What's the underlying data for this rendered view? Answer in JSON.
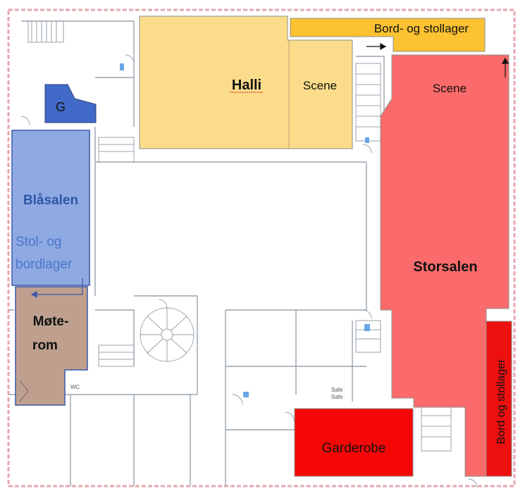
{
  "rooms": {
    "halli": {
      "label": "Halli",
      "stage": "Scene",
      "color": "#fbdc8a"
    },
    "bord_stol_top": {
      "label": "Bord- og stollager",
      "color": "#fcc232"
    },
    "storsalen": {
      "label": "Storsalen",
      "stage": "Scene",
      "color": "#fb6767"
    },
    "blasalen": {
      "label": "Blåsalen",
      "color": "#8fa9e2"
    },
    "stol_bord": {
      "line1": "Stol- og",
      "line2": "bordlager"
    },
    "g_room": {
      "label": "G",
      "color": "#4169c7"
    },
    "moterom": {
      "line1": "Møte-",
      "line2": "rom",
      "color": "#bfa08f"
    },
    "garderobe": {
      "label": "Garderobe",
      "color": "#f60707"
    },
    "bord_stol_right": {
      "label": "Bord og stollager",
      "color": "#ee1010"
    }
  },
  "plan_marks": {
    "safe1": "Safe",
    "safe2": "Safe",
    "wc": "WC"
  }
}
